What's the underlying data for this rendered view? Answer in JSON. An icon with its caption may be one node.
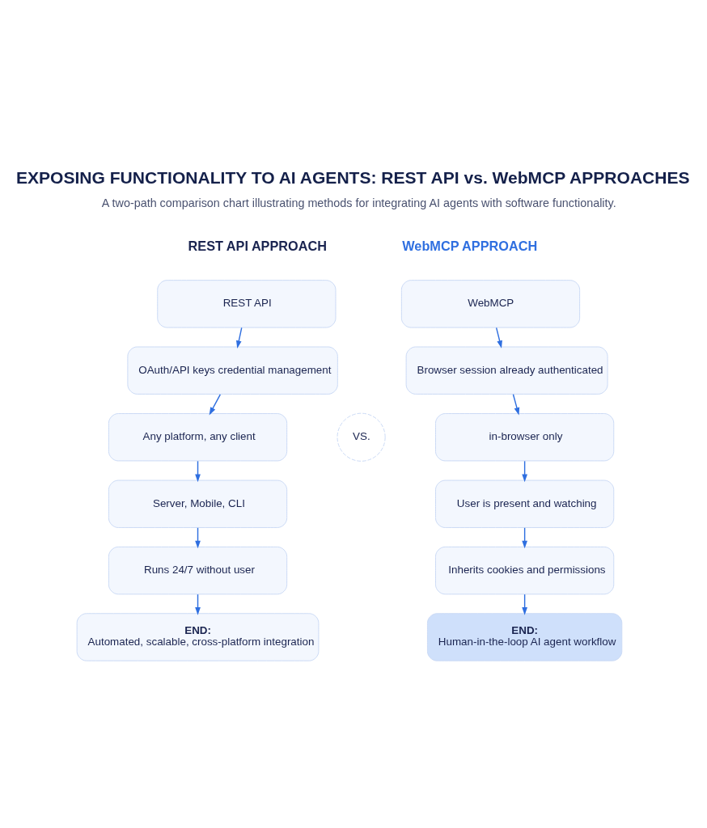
{
  "diagram": {
    "title": "EXPOSING FUNCTIONALITY TO AI AGENTS: REST API vs. WebMCP APPROACHES",
    "nodes": [
      {
        "text": [
          "REST API"
        ]
      },
      {
        "text": [
          "OAuth/API keys credential management"
        ]
      },
      {
        "text": [
          "Any platform, any client"
        ]
      },
      {
        "text": [
          "Server, Mobile, CLI"
        ]
      },
      {
        "text": [
          "Runs 24/7 without user"
        ]
      },
      {
        "text": [
          "END:",
          "Automated, scalable, cross-platform integration"
        ]
      },
      {
        "text": [
          "VS."
        ]
      },
      {
        "text": [
          "WebMCP"
        ]
      },
      {
        "text": [
          "Browser session already authenticated"
        ]
      },
      {
        "text": [
          "in-browser only"
        ]
      },
      {
        "text": [
          "User is present and watching"
        ]
      },
      {
        "text": [
          "Inherits cookies and permissions"
        ]
      },
      {
        "text": [
          "END:",
          "Human-in-the-loop AI agent workflow"
        ]
      }
    ],
    "edges": [
      {
        "from": 0,
        "to": 1,
        "arrow": "to"
      },
      {
        "from": 1,
        "to": 2,
        "arrow": "to"
      },
      {
        "from": 2,
        "to": 3,
        "arrow": "to"
      },
      {
        "from": 3,
        "to": 4,
        "arrow": "to"
      },
      {
        "from": 4,
        "to": 5,
        "arrow": "to"
      },
      {
        "from": 7,
        "to": 8,
        "arrow": "to"
      },
      {
        "from": 8,
        "to": 9,
        "arrow": "to"
      },
      {
        "from": 9,
        "to": 10,
        "arrow": "to"
      },
      {
        "from": 10,
        "to": 11,
        "arrow": "to"
      },
      {
        "from": 11,
        "to": 12,
        "arrow": "to"
      }
    ],
    "labels": [
      "A two-path comparison chart illustrating methods for integrating AI agents with software functionality.",
      "REST API APPROACH",
      "WebMCP APPROACH"
    ]
  }
}
